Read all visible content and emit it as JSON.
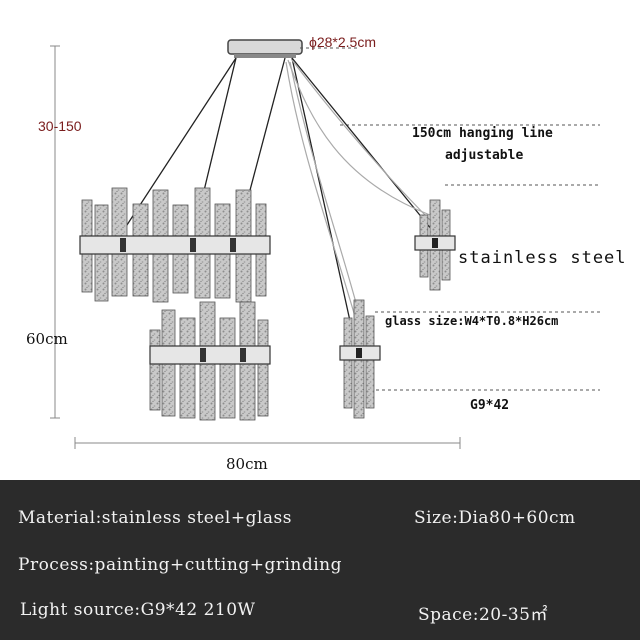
{
  "dimensions": {
    "canopy": "ϕ28*2.5cm",
    "hanging_range": "30-150",
    "hanging_line_1": "150cm hanging line",
    "hanging_line_2": "adjustable",
    "material_label": "stainless steel",
    "glass_size": "glass size:W4*T0.8*H26cm",
    "height": "60cm",
    "bulb": "G9*42",
    "width": "80cm"
  },
  "specs": {
    "material": "Material:stainless steel+glass",
    "size": "Size:Dia80+60cm",
    "process": "Process:painting+cutting+grinding",
    "light_source": "Light source:G9*42 210W",
    "space": "Space:20-35㎡"
  },
  "colors": {
    "info_background": "#2b2b2b",
    "info_text": "#f2f2f2",
    "dimension_red": "#7a1d1d"
  }
}
